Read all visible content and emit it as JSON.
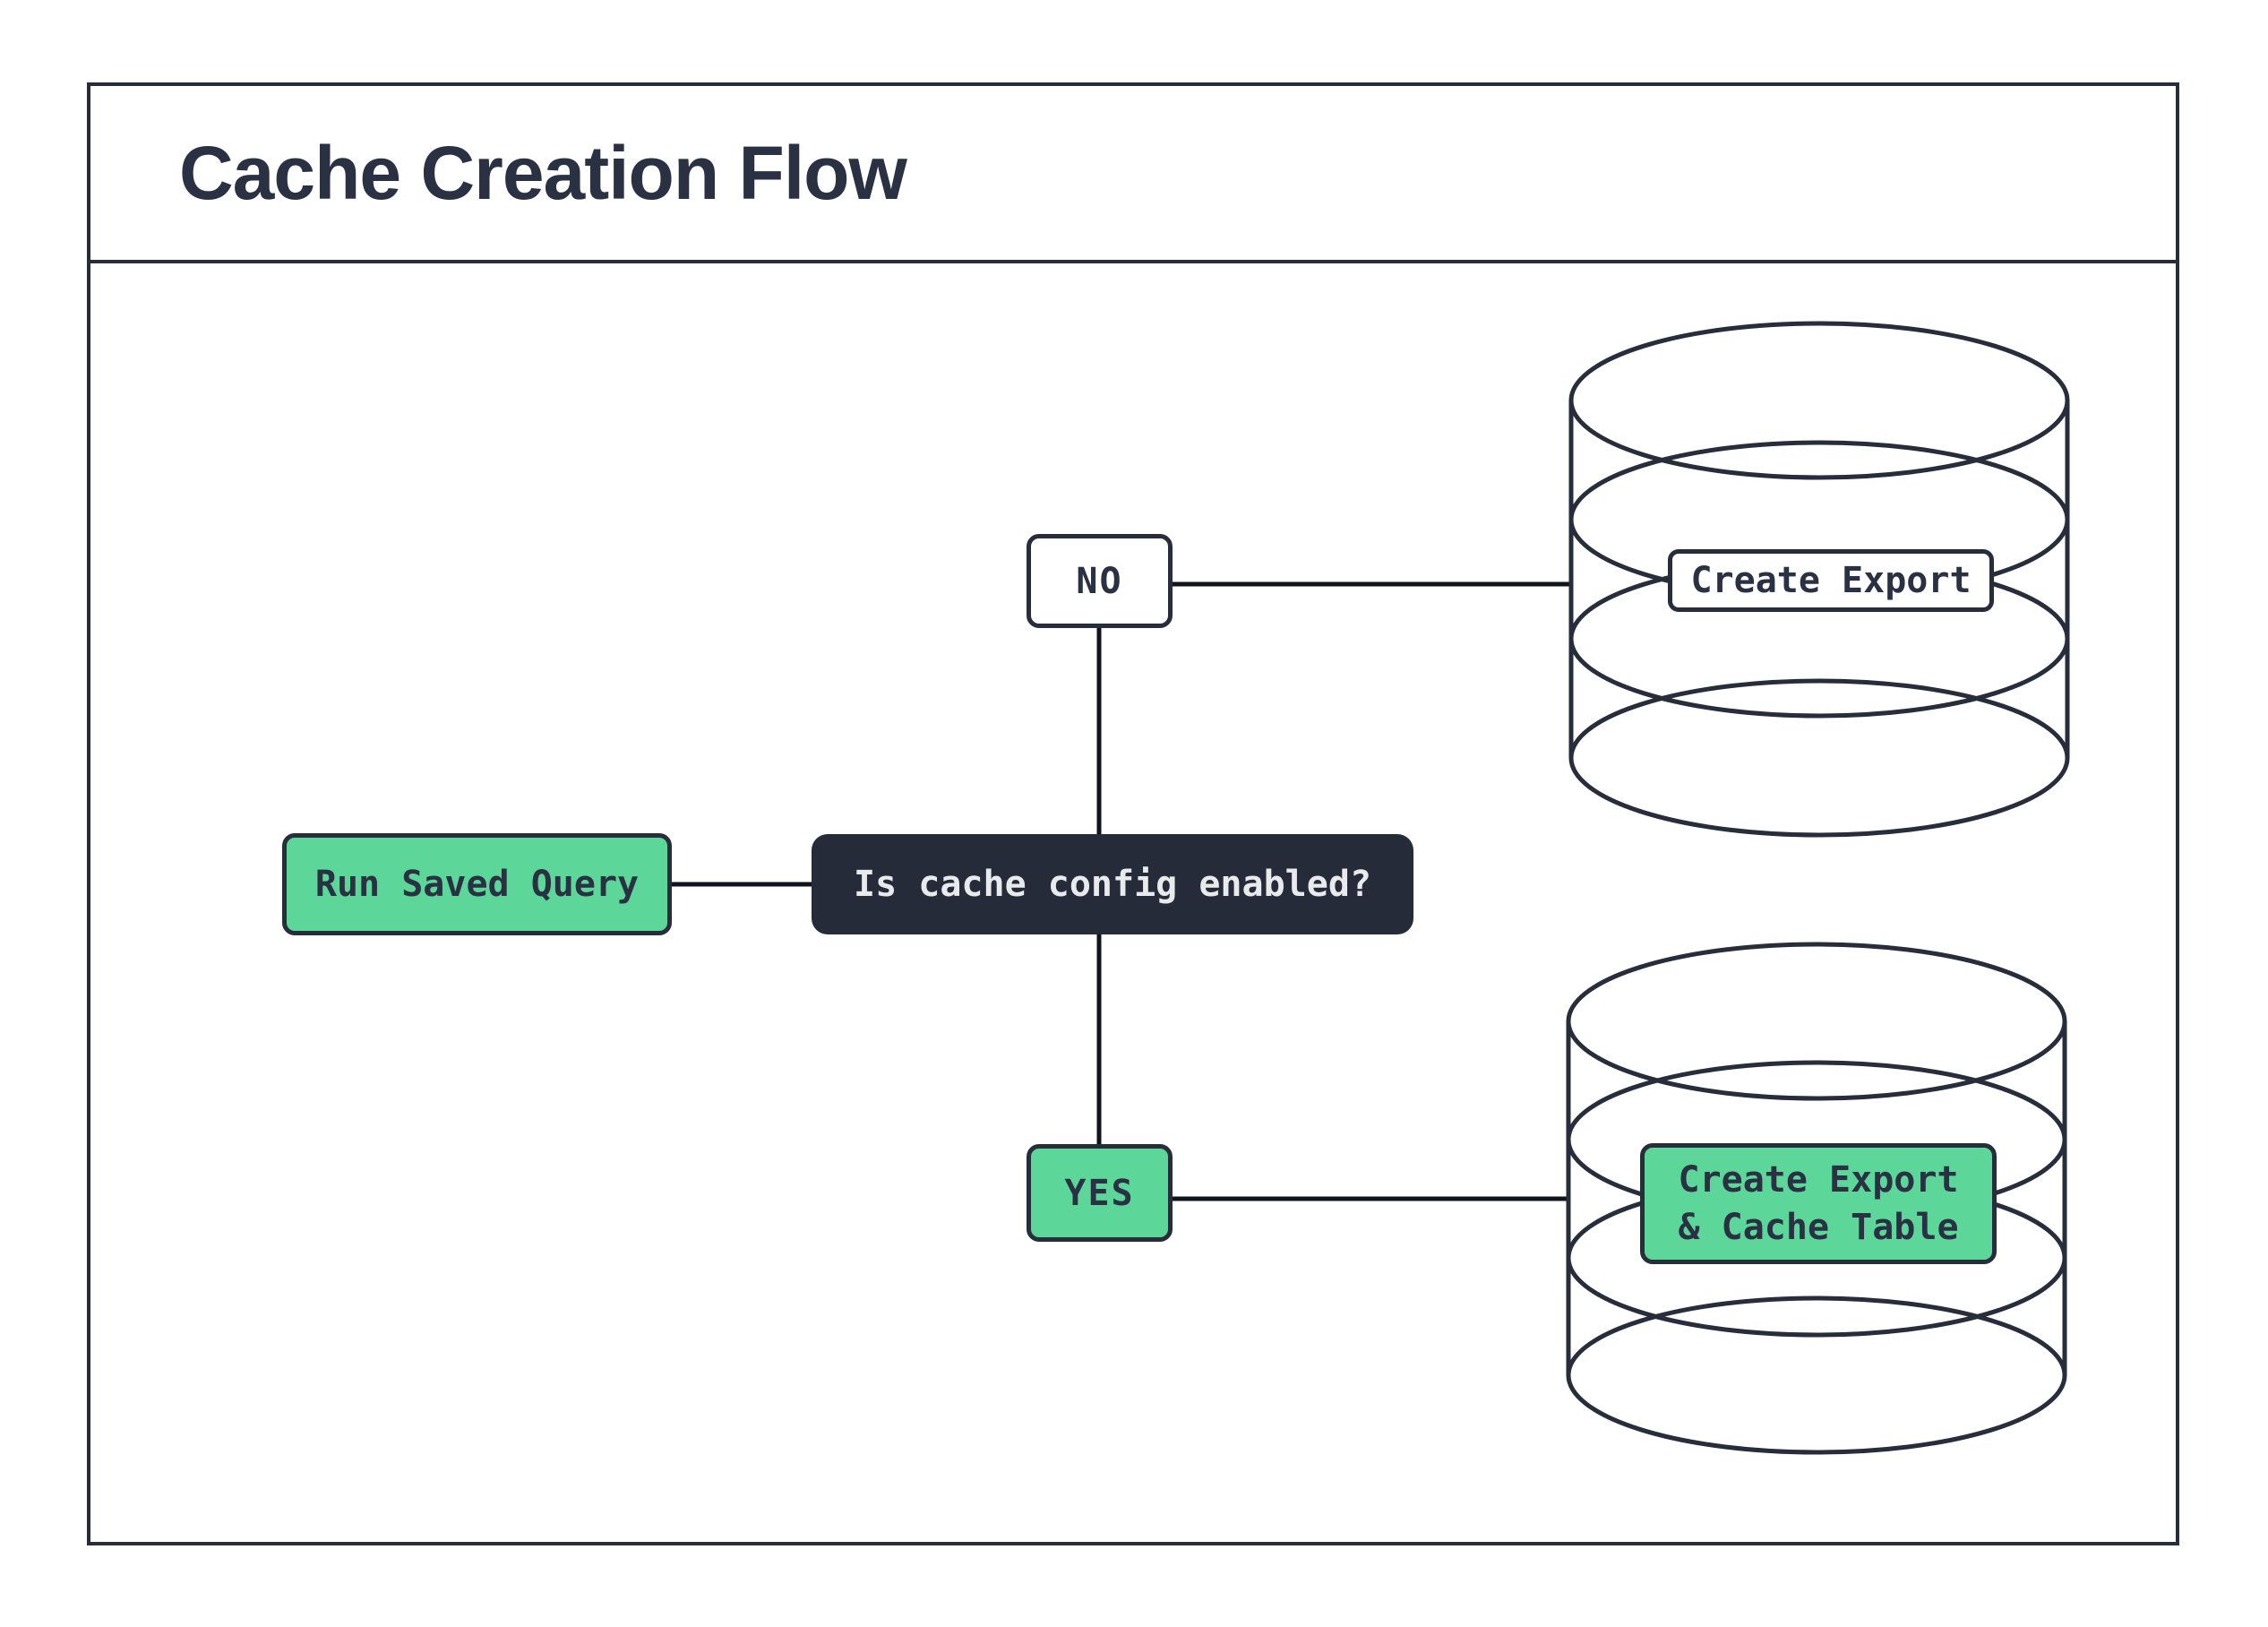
{
  "title": "Cache Creation Flow",
  "colors": {
    "accent_green": "#5cd699",
    "navy_stroke": "#272d3b",
    "navy_text": "#2a3142",
    "decision_fill": "#262b3a",
    "decision_text": "#e9eaec",
    "connector": "#10141c",
    "background": "#ffffff"
  },
  "nodes": {
    "start": {
      "label": "Run Saved Query"
    },
    "decision": {
      "label": "Is cache config enabled?"
    },
    "branch_no": {
      "label": "NO"
    },
    "branch_yes": {
      "label": "YES"
    },
    "no_result": {
      "label": "Create Export"
    },
    "yes_result": {
      "label": "Create Export & Cache Table",
      "line1": "Create Export",
      "line2": "& Cache Table"
    }
  },
  "icons": {
    "top_database": "database-cylinder",
    "bottom_database": "database-cylinder"
  }
}
